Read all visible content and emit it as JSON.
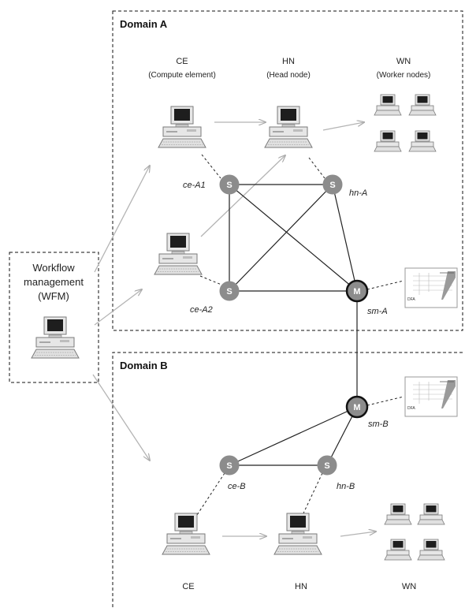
{
  "domain_a": {
    "title": "Domain A",
    "ce_label": "CE",
    "ce_sub": "(Compute element)",
    "hn_label": "HN",
    "hn_sub": "(Head node)",
    "wn_label": "WN",
    "wn_sub": "(Worker nodes)",
    "nodes": {
      "ce_a1": {
        "symbol": "S",
        "label": "ce-A1"
      },
      "hn_a": {
        "symbol": "S",
        "label": "hn-A"
      },
      "ce_a2": {
        "symbol": "S",
        "label": "ce-A2"
      },
      "sm_a": {
        "symbol": "M",
        "label": "sm-A"
      }
    },
    "dfa_label": "DFA"
  },
  "domain_b": {
    "title": "Domain B",
    "ce_label": "CE",
    "hn_label": "HN",
    "wn_label": "WN",
    "nodes": {
      "sm_b": {
        "symbol": "M",
        "label": "sm-B"
      },
      "ce_b": {
        "symbol": "S",
        "label": "ce-B"
      },
      "hn_b": {
        "symbol": "S",
        "label": "hn-B"
      }
    },
    "dfa_label": "DFA"
  },
  "wfm": {
    "line1": "Workflow",
    "line2": "management",
    "line3": "(WFM)"
  },
  "colors": {
    "node_fill": "#8c8c8c",
    "arrow": "#b4b4b4",
    "edge": "#222222"
  }
}
